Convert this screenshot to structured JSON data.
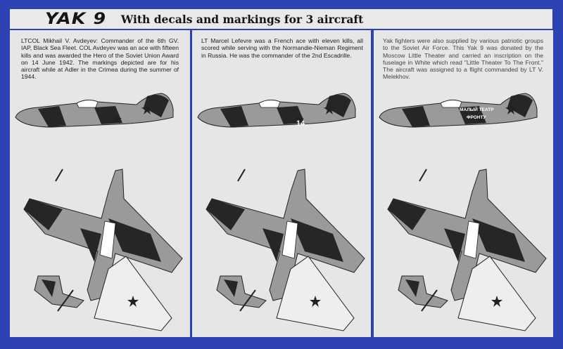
{
  "header": {
    "logo": "YAK 9",
    "subtitle": "With decals and markings for 3 aircraft"
  },
  "aircraft": [
    {
      "description": "LTCOL Mikhail V. Avdeyev: Commander of the 6th GV. IAP, Black Sea Fleet. COL Avdeyev was an ace with fifteen kills and was awarded the Hero of the Soviet Union Award on 14 June 1942. The markings depicted are for his aircraft while at Adler in the Crimea during the summer of 1944."
    },
    {
      "description": "LT Marcel Lefevre was a French ace with eleven kills, all scored while serving with the Normandie-Nieman Regiment in Russia. He was the commander of the 2nd Escadrille.",
      "fuselage_number": "14"
    },
    {
      "description": "Yak fighters were also supplied by various patriotic groups to the Soviet Air Force. This Yak 9 was donated by the Moscow Little Theater and carried an inscription on the fuselage in White which read \"Little Theater To The Front.\" The aircraft was assigned to a flight commanded by LT V. Melekhov.",
      "inscription_line1": "МАЛЫЙ ТЕАТР",
      "inscription_line2": "ФРОНТУ"
    }
  ],
  "colors": {
    "border": "#2d43b4",
    "panel": "#e6e6e7",
    "camo_dark": "#262626",
    "camo_light": "#9a9a9a",
    "star": "#222222"
  }
}
